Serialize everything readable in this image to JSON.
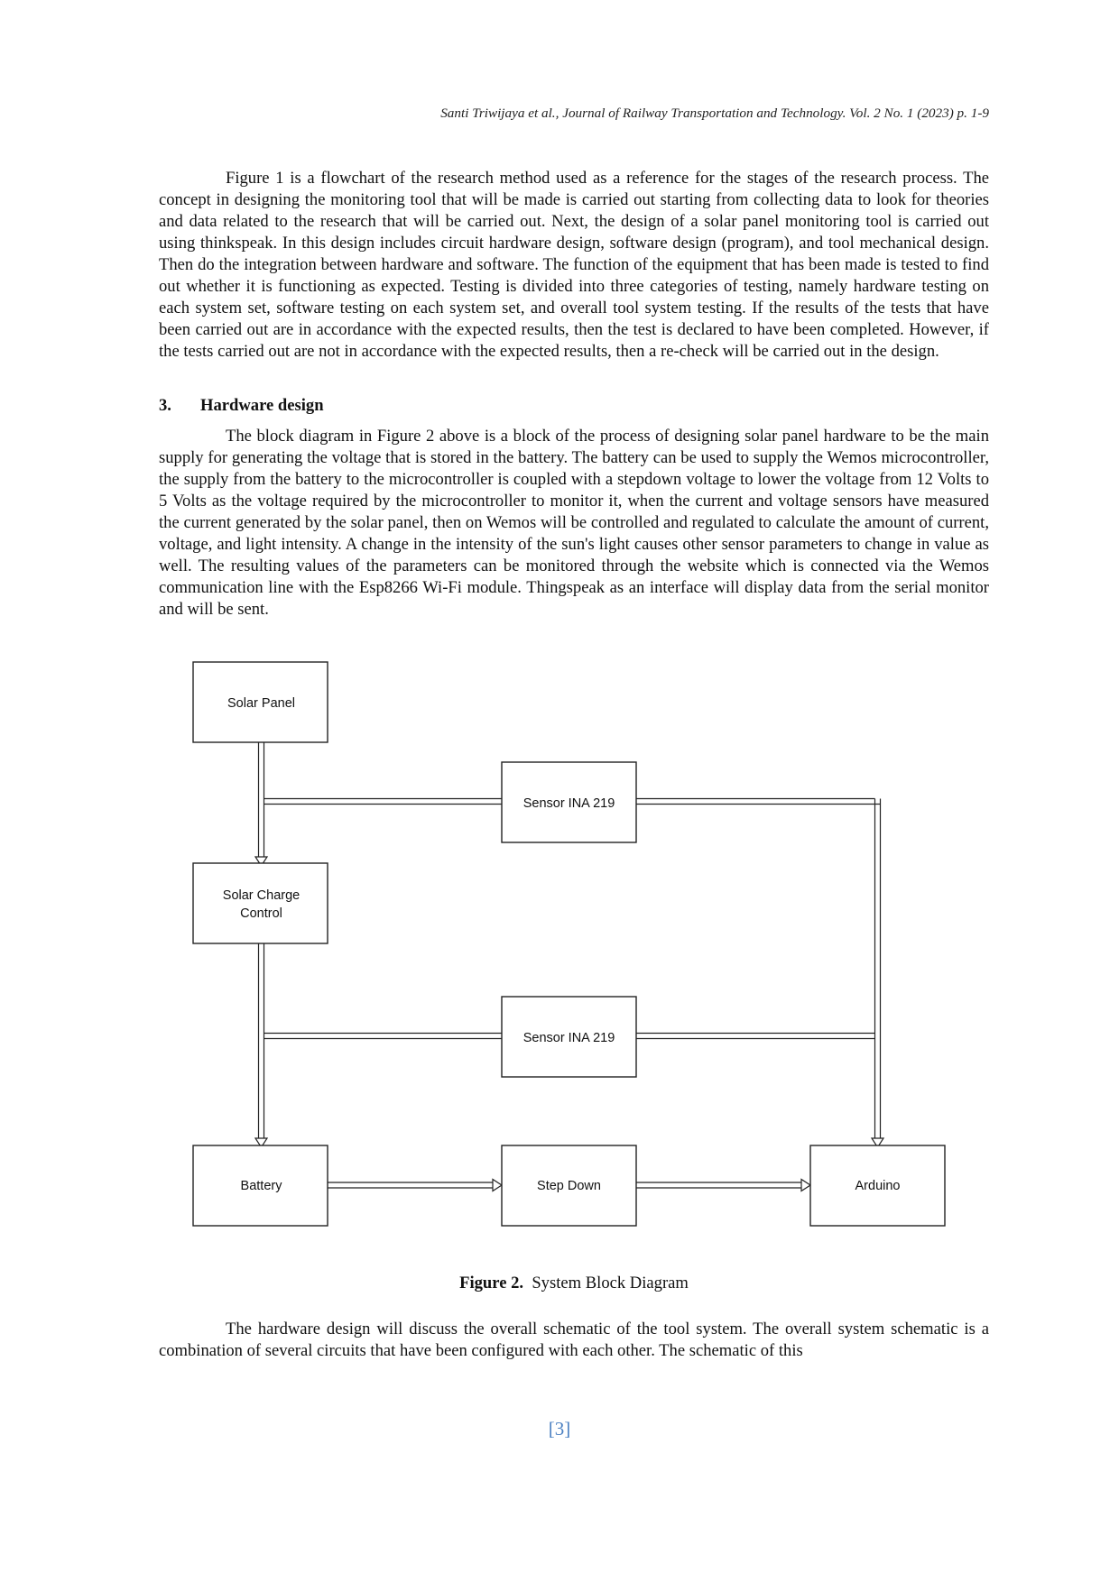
{
  "header": {
    "citation": "Santi Triwijaya et al., Journal of Railway Transportation and Technology. Vol. 2 No. 1 (2023) p. 1-9"
  },
  "paragraphs": {
    "p1": "Figure 1 is a flowchart of the research method used as a reference for the stages of the research process. The concept in designing the monitoring tool that will be made is carried out starting from collecting data to look for theories and data related to the research that will be carried out. Next, the design of a solar panel monitoring tool is carried out using thinkspeak. In this design includes circuit hardware design, software design (program), and tool mechanical design. Then do the integration between hardware and software. The function of the equipment that has been made is tested to find out whether it is functioning as expected. Testing is divided into three categories of testing, namely hardware testing on each system set, software testing on each system set, and overall tool system testing. If the results of the tests that have been carried out are in accordance with the expected results, then the test is declared to have been completed. However, if the tests carried out are not in accordance with the expected results, then a re-check will be carried out in the design.",
    "p2": "The block diagram in Figure 2 above is a block of the process of designing solar panel hardware to be the main supply for generating the voltage that is stored in the battery. The battery can be used to supply the Wemos microcontroller, the supply from the battery to the microcontroller is coupled with a stepdown voltage to lower the voltage from 12 Volts to 5 Volts as the voltage required by the microcontroller to monitor it, when the current and voltage sensors have measured the current generated by the solar panel, then on Wemos will be controlled and regulated to calculate the amount of current, voltage, and light intensity. A change in the intensity of the sun's light causes other sensor parameters to change in value as well. The resulting values of the parameters can be monitored through the website which is connected via the Wemos communication line with the Esp8266 Wi-Fi module. Thingspeak as an interface will display data from the serial monitor and will be sent.",
    "p3": "The hardware design will discuss the overall schematic of the tool system. The overall system schematic is a combination of several circuits that have been configured with each other. The schematic of this"
  },
  "section": {
    "number": "3.",
    "title": "Hardware design"
  },
  "diagram": {
    "blocks": {
      "solar_panel": "Solar Panel",
      "sensor_top": "Sensor INA 219",
      "solar_charge_line1": "Solar Charge",
      "solar_charge_line2": "Control",
      "sensor_bottom": "Sensor INA 219",
      "battery": "Battery",
      "step_down": "Step Down",
      "arduino": "Arduino"
    }
  },
  "caption": {
    "label": "Figure 2",
    "separator": ".",
    "text": "System Block Diagram"
  },
  "page_number": "[3]"
}
